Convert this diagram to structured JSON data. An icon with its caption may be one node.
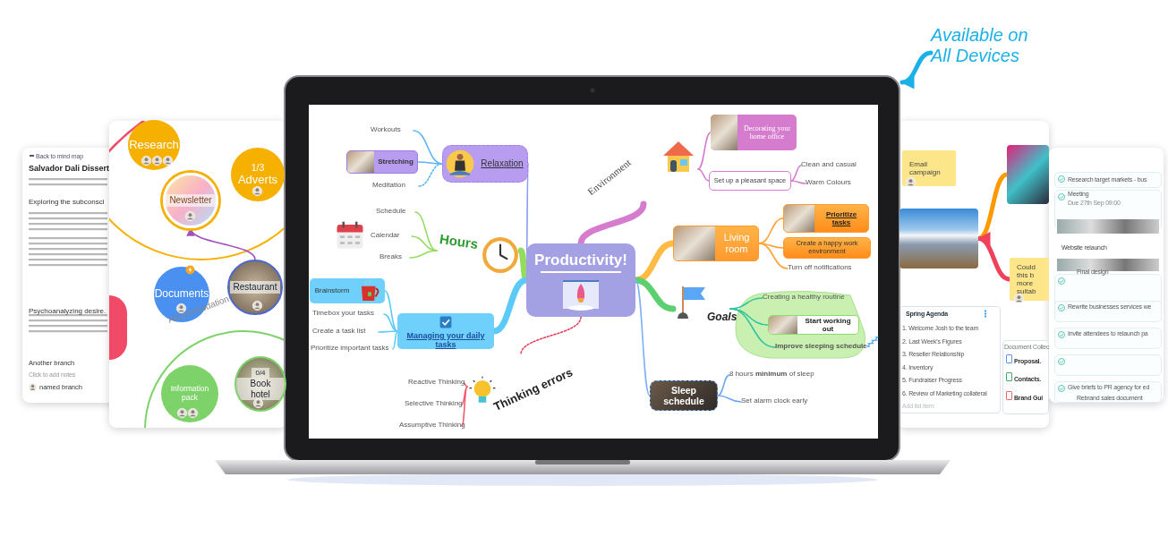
{
  "diagram": {
    "nodes": [
      {
        "text": [
          "Research"
        ]
      },
      {
        "text": [
          "1/3",
          "Adverts"
        ]
      },
      {
        "text": [
          "Newsletter"
        ]
      },
      {
        "text": [
          "Documents"
        ]
      },
      {
        "text": [
          "Restaurant"
        ]
      },
      {
        "text": [
          "Information pack"
        ]
      },
      {
        "text": [
          "0/4",
          "Book hotel"
        ]
      },
      {
        "text": [
          "Productivity!"
        ]
      },
      {
        "text": [
          "Relaxation"
        ]
      },
      {
        "text": [
          "Workouts"
        ]
      },
      {
        "text": [
          "Stretching"
        ]
      },
      {
        "text": [
          "Meditation"
        ]
      },
      {
        "text": [
          "Hours"
        ]
      },
      {
        "text": [
          "Schedule"
        ]
      },
      {
        "text": [
          "Calendar"
        ]
      },
      {
        "text": [
          "Breaks"
        ]
      },
      {
        "text": [
          "Managing your daily tasks"
        ]
      },
      {
        "text": [
          "Brainstorm"
        ]
      },
      {
        "text": [
          "Timebox your tasks"
        ]
      },
      {
        "text": [
          "Create a task list"
        ]
      },
      {
        "text": [
          "Prioritize important tasks"
        ]
      },
      {
        "text": [
          "Thinking errors"
        ]
      },
      {
        "text": [
          "Reactive Thinking"
        ]
      },
      {
        "text": [
          "Selective Thinking"
        ]
      },
      {
        "text": [
          "Assumptive Thinking"
        ]
      },
      {
        "text": [
          "Environment"
        ]
      },
      {
        "text": [
          "Decorating your home office"
        ]
      },
      {
        "text": [
          "Set up a pleasant space"
        ]
      },
      {
        "text": [
          "Clean and casual"
        ]
      },
      {
        "text": [
          "Warm Colours"
        ]
      },
      {
        "text": [
          "Living room"
        ]
      },
      {
        "text": [
          "Prioritize tasks"
        ]
      },
      {
        "text": [
          "Create a happy work environment"
        ]
      },
      {
        "text": [
          "Turn off notifications"
        ]
      },
      {
        "text": [
          "Goals"
        ]
      },
      {
        "text": [
          "Creating a healthy routine"
        ]
      },
      {
        "text": [
          "Start working out"
        ]
      },
      {
        "text": [
          "Improve sleeping schedule"
        ]
      },
      {
        "text": [
          "Sleep schedule"
        ]
      },
      {
        "text": [
          "8 hours **minimum** of sleep"
        ]
      },
      {
        "text": [
          "Set alarm clock early"
        ]
      },
      {
        "text": [
          "Email campaign"
        ]
      },
      {
        "text": [],
        "shape": "picture"
      },
      {
        "text": [],
        "shape": "picture"
      },
      {
        "text": [
          "Could this b more suitab"
        ]
      },
      {
        "text": [
          "Available on All Devices"
        ]
      },
      {
        "text": [],
        "shape": "circle"
      }
    ],
    "edges": [
      {
        "from": 4,
        "to": 2,
        "arrow": "to",
        "color": "#a050c0"
      },
      {
        "from": 7,
        "to": 8,
        "arrow": "to",
        "color": "#8a9cf2"
      },
      {
        "from": 8,
        "to": 9,
        "arrow": "none",
        "color": "#5ab4f5"
      },
      {
        "from": 8,
        "to": 10,
        "arrow": "none",
        "color": "#5ab4f5"
      },
      {
        "from": 8,
        "to": 11,
        "arrow": "none",
        "style": "dashed",
        "color": "#5ab4f5"
      },
      {
        "from": 7,
        "to": 12,
        "arrow": "none",
        "style": "thick",
        "color": "#94dc5e"
      },
      {
        "from": 12,
        "to": 13,
        "arrow": "none",
        "color": "#94dc5e"
      },
      {
        "from": 12,
        "to": 14,
        "arrow": "none",
        "color": "#94dc5e"
      },
      {
        "from": 12,
        "to": 15,
        "arrow": "none",
        "color": "#94dc5e"
      },
      {
        "from": 7,
        "to": 16,
        "arrow": "none",
        "style": "thick",
        "color": "#5ccaf7"
      },
      {
        "from": 16,
        "to": 17,
        "arrow": "none",
        "color": "#5ccaf7"
      },
      {
        "from": 16,
        "to": 18,
        "arrow": "none",
        "color": "#5ccaf7"
      },
      {
        "from": 16,
        "to": 19,
        "arrow": "none",
        "color": "#5ccaf7"
      },
      {
        "from": 16,
        "to": 20,
        "arrow": "none",
        "color": "#5ccaf7"
      },
      {
        "from": 7,
        "to": 21,
        "arrow": "none",
        "style": "dashed",
        "color": "#e8405a"
      },
      {
        "from": 21,
        "to": 22,
        "arrow": "none",
        "color": "#f05a6e"
      },
      {
        "from": 21,
        "to": 23,
        "arrow": "none",
        "color": "#f05a6e"
      },
      {
        "from": 21,
        "to": 24,
        "arrow": "none",
        "color": "#f05a6e"
      },
      {
        "from": 7,
        "to": 25,
        "arrow": "none",
        "style": "thick",
        "color": "#d67ccf"
      },
      {
        "from": 25,
        "to": 26,
        "arrow": "none",
        "color": "#d67ccf"
      },
      {
        "from": 25,
        "to": 27,
        "arrow": "none",
        "color": "#d67ccf"
      },
      {
        "from": 27,
        "to": 28,
        "arrow": "none",
        "color": "#d67ccf"
      },
      {
        "from": 27,
        "to": 29,
        "arrow": "none",
        "color": "#d67ccf"
      },
      {
        "from": 7,
        "to": 30,
        "arrow": "none",
        "style": "thick",
        "color": "#ffbb44"
      },
      {
        "from": 30,
        "to": 31,
        "arrow": "none",
        "color": "#ffa030"
      },
      {
        "from": 30,
        "to": 32,
        "arrow": "none",
        "color": "#ffa030"
      },
      {
        "from": 30,
        "to": 33,
        "arrow": "none",
        "color": "#ffa030"
      },
      {
        "from": 7,
        "to": 34,
        "arrow": "none",
        "style": "thick",
        "color": "#5cd070"
      },
      {
        "from": 34,
        "to": 35,
        "arrow": "none",
        "color": "#2ec4a0"
      },
      {
        "from": 34,
        "to": 36,
        "arrow": "none",
        "color": "#2ec4a0"
      },
      {
        "from": 34,
        "to": 37,
        "arrow": "none",
        "color": "#2ec4a0"
      },
      {
        "from": 7,
        "to": 38,
        "arrow": "none",
        "color": "#7fb0f5"
      },
      {
        "from": 38,
        "to": 39,
        "arrow": "none",
        "color": "#70a8f0"
      },
      {
        "from": 38,
        "to": 40,
        "arrow": "none",
        "color": "#70a8f0"
      },
      {
        "from": 43,
        "to": 42,
        "arrow": "none",
        "style": "thick",
        "color": "#ff9900"
      },
      {
        "from": 44,
        "to": 43,
        "arrow": "to",
        "style": "thick",
        "color": "#f0405a"
      },
      {
        "from": 45,
        "to": null,
        "arrow": "to",
        "style": "thick",
        "color": "#1bb0e8"
      }
    ],
    "labels": [
      "Back to mind map",
      "Salvador Dali Dissert",
      "Exploring the subconsci",
      "Psychoanalyzing desire.",
      "Another branch",
      "Click to add notes",
      "named branch",
      "Accommodation",
      "Spring Agenda",
      "1. Welcome Josh to the team",
      "2. Last Week's Figures",
      "3. Reseller Relationship",
      "4. Inventory",
      "5. Fundraiser Progress",
      "6. Review of Marketing collateral",
      "Add list item",
      "Document Collec",
      "Proposal.",
      "Contacts.",
      "Brand Gui",
      "Research target markets - bus",
      "Meeting",
      "Due 27th Sep 09:00",
      "Website relaunch",
      "Final design",
      "Rewrite businesses services we",
      "Invite attendees to relaunch pa",
      "Give briefs to PR agency for ed",
      "Rebrand sales document"
    ]
  }
}
